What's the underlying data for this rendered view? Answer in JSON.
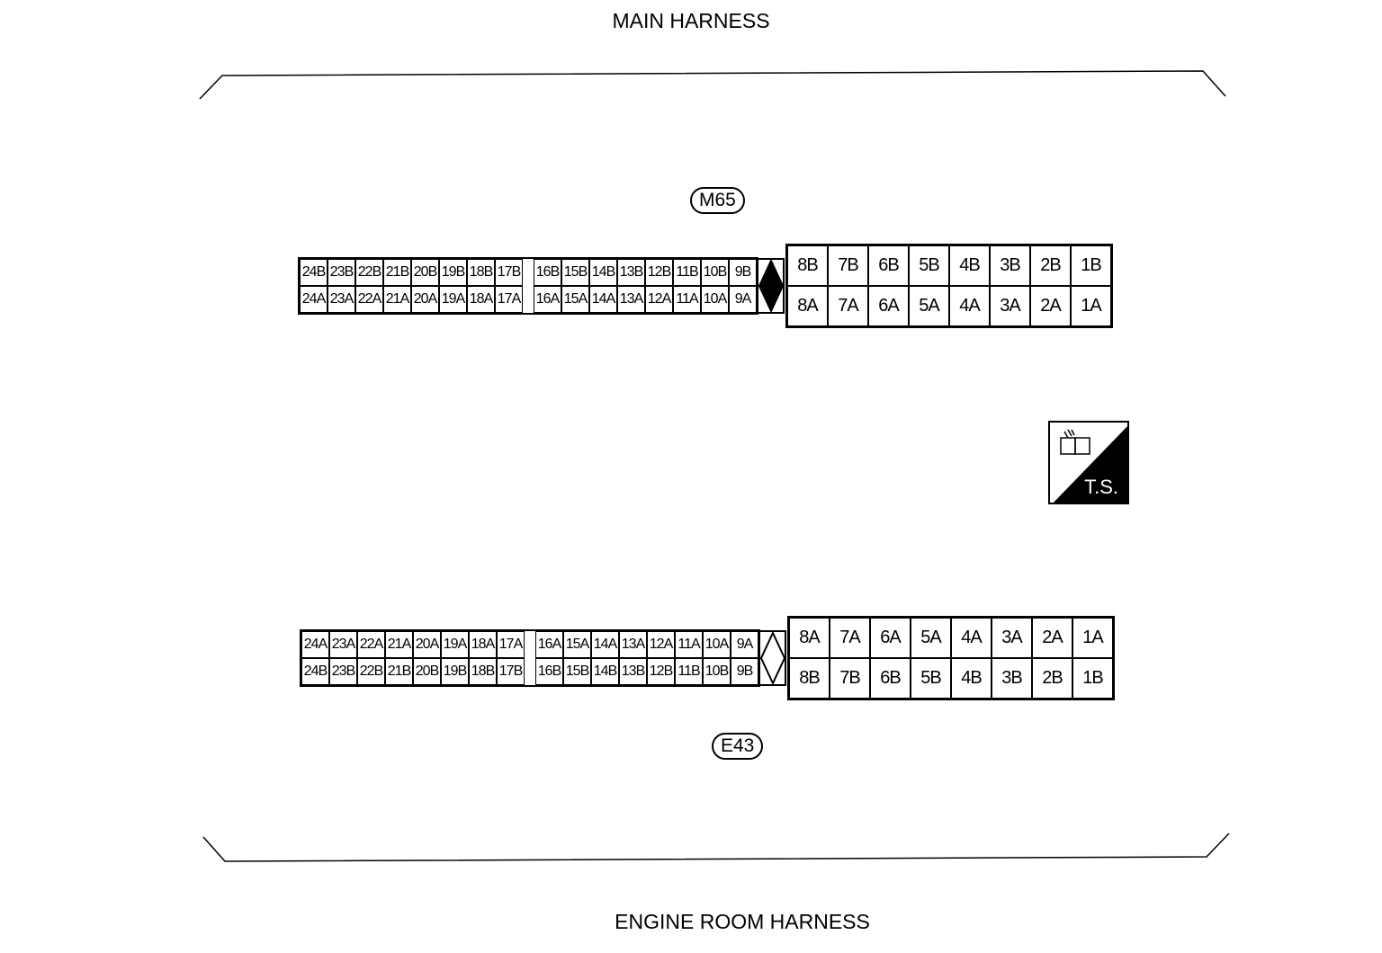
{
  "top_label": "MAIN HARNESS",
  "bottom_label": "ENGINE ROOM HARNESS",
  "connectors": [
    {
      "id": "M65",
      "small_rows": [
        [
          "24B",
          "23B",
          "22B",
          "21B",
          "20B",
          "19B",
          "18B",
          "17B",
          "16B",
          "15B",
          "14B",
          "13B",
          "12B",
          "11B",
          "10B",
          "9B"
        ],
        [
          "24A",
          "23A",
          "22A",
          "21A",
          "20A",
          "19A",
          "18A",
          "17A",
          "16A",
          "15A",
          "14A",
          "13A",
          "12A",
          "11A",
          "10A",
          "9A"
        ]
      ],
      "large_rows": [
        [
          "8B",
          "7B",
          "6B",
          "5B",
          "4B",
          "3B",
          "2B",
          "1B"
        ],
        [
          "8A",
          "7A",
          "6A",
          "5A",
          "4A",
          "3A",
          "2A",
          "1A"
        ]
      ],
      "lock_filled": true
    },
    {
      "id": "E43",
      "small_rows": [
        [
          "24A",
          "23A",
          "22A",
          "21A",
          "20A",
          "19A",
          "18A",
          "17A",
          "16A",
          "15A",
          "14A",
          "13A",
          "12A",
          "11A",
          "10A",
          "9A"
        ],
        [
          "24B",
          "23B",
          "22B",
          "21B",
          "20B",
          "19B",
          "18B",
          "17B",
          "16B",
          "15B",
          "14B",
          "13B",
          "12B",
          "11B",
          "10B",
          "9B"
        ]
      ],
      "large_rows": [
        [
          "8A",
          "7A",
          "6A",
          "5A",
          "4A",
          "3A",
          "2A",
          "1A"
        ],
        [
          "8B",
          "7B",
          "6B",
          "5B",
          "4B",
          "3B",
          "2B",
          "1B"
        ]
      ],
      "lock_filled": false
    }
  ],
  "ts_badge": {
    "text": "T.S.",
    "icon": "connector-icon"
  }
}
